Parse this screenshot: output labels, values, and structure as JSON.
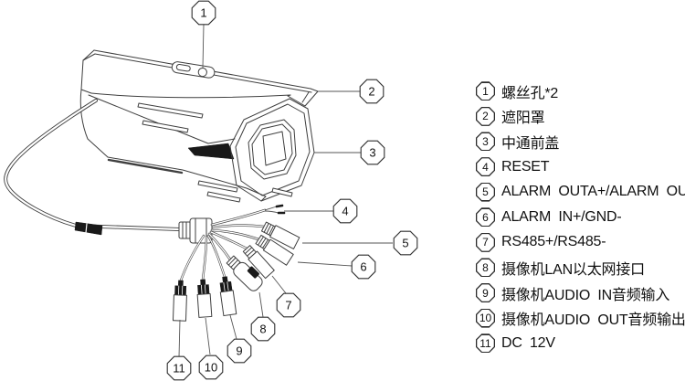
{
  "page": {
    "background": "#ffffff"
  },
  "colors": {
    "line": "#3f3f3f",
    "dark_fill": "#191919",
    "text": "#111111"
  },
  "legend": {
    "items": [
      {
        "num": "1",
        "label": "螺丝孔*2"
      },
      {
        "num": "2",
        "label": "遮阳罩"
      },
      {
        "num": "3",
        "label": "中通前盖"
      },
      {
        "num": "4",
        "label": "RESET"
      },
      {
        "num": "5",
        "label": "ALARM OUTA+/ALARM OUTB-"
      },
      {
        "num": "6",
        "label": "ALARM IN+/GND-"
      },
      {
        "num": "7",
        "label": "RS485+/RS485-"
      },
      {
        "num": "8",
        "label": "摄像机LAN以太网接口"
      },
      {
        "num": "9",
        "label": "摄像机AUDIO IN音频输入"
      },
      {
        "num": "10",
        "label": "摄像机AUDIO OUT音频输出"
      },
      {
        "num": "11",
        "label": "DC 12V"
      }
    ]
  }
}
